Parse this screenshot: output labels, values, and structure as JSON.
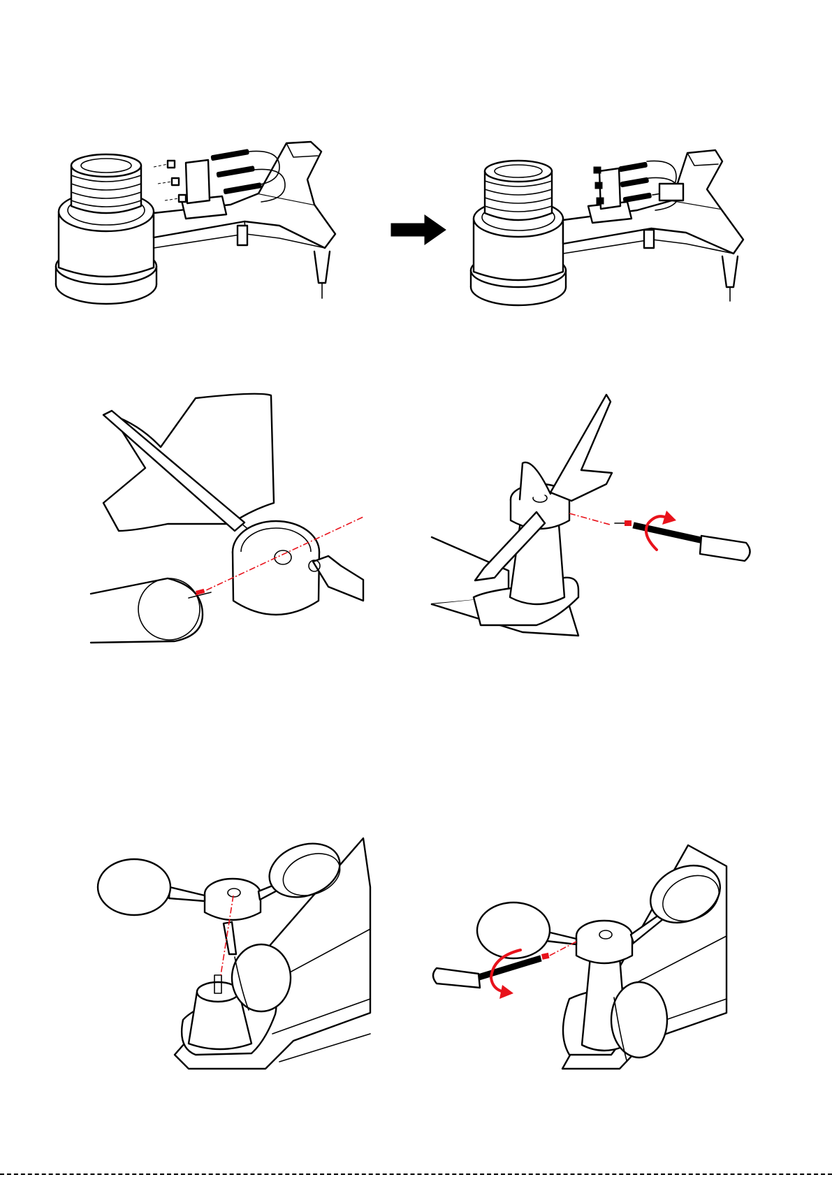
{
  "document": {
    "figures": [
      {
        "id": "sensor-array-before",
        "icon": "thermo-hygro-sensor-with-u-bolts-unmounted"
      },
      {
        "id": "sensor-array-after",
        "icon": "thermo-hygro-sensor-with-u-bolts-mounted"
      },
      {
        "id": "wind-vane-insert",
        "icon": "wind-vane-alignment"
      },
      {
        "id": "wind-vane-tighten",
        "icon": "wind-vane-screw-tightening"
      },
      {
        "id": "wind-cups-insert",
        "icon": "wind-cups-alignment"
      },
      {
        "id": "wind-cups-tighten",
        "icon": "wind-cups-screw-tightening"
      }
    ],
    "step_arrow_icon": "right-arrow",
    "colors": {
      "line": "#000000",
      "accent": "#e8121b",
      "background": "#ffffff"
    }
  }
}
